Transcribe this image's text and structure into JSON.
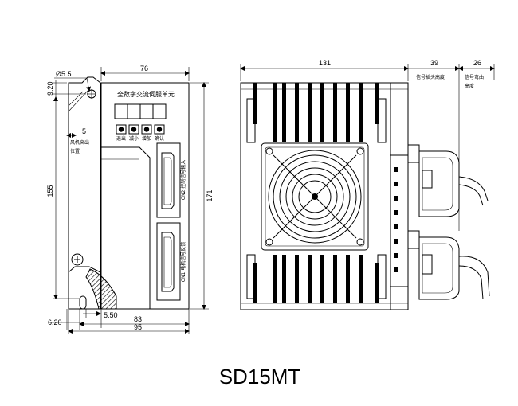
{
  "title": "SD15MT",
  "front_view": {
    "panel_title": "全数字交流伺服单元",
    "buttons": [
      "退出",
      "减小",
      "增加",
      "确认"
    ],
    "connectors": [
      "CN2 控制信号输入",
      "CN1 电机信号反馈"
    ],
    "dimensions": {
      "hole_dia": "Ø5.5",
      "top_offset": "9.20",
      "width": "76",
      "fan_offset": "5",
      "fan_note": "风机突出位置",
      "mount_height": "155",
      "height": "171",
      "bottom_offset": "6.20",
      "hole_from_edge": "5.50",
      "depth_inner": "83",
      "depth_total": "95"
    }
  },
  "side_view": {
    "dimensions": {
      "body_width": "131",
      "plug_height": "39",
      "cable_bend": "26"
    },
    "notes": {
      "plug_height_label": "信号插头高度",
      "cable_bend_label_1": "信号弯曲",
      "cable_bend_label_2": "高度"
    }
  }
}
